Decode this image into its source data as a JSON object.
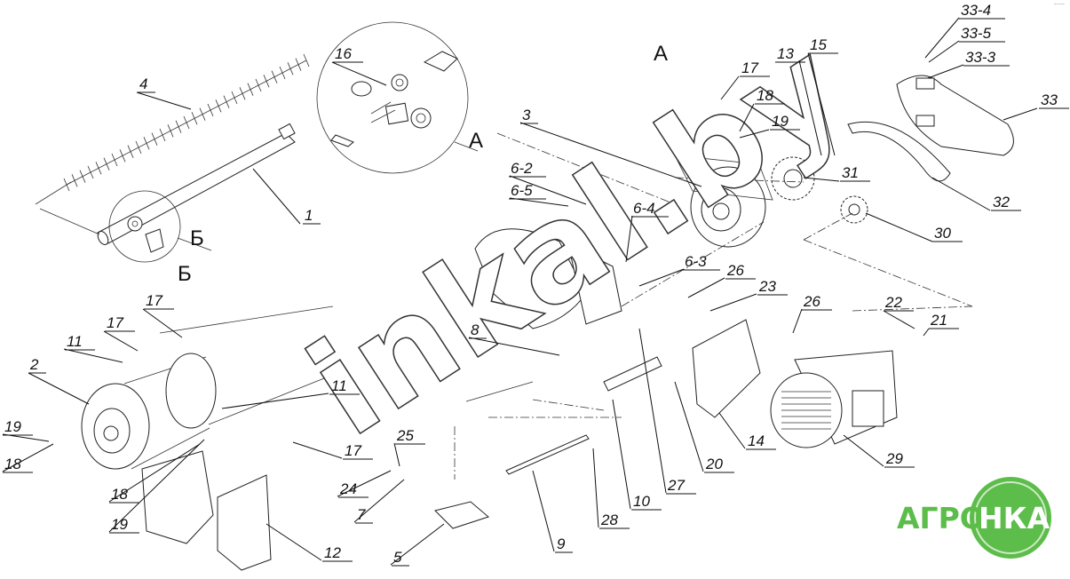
{
  "diagram": {
    "view_labels": {
      "view_a": "А",
      "view_b": "Б"
    },
    "watermark": "inkal.by",
    "corner_mark": "~~~",
    "parts": [
      {
        "id": "p1",
        "label": "1"
      },
      {
        "id": "p2",
        "label": "2"
      },
      {
        "id": "p3",
        "label": "3"
      },
      {
        "id": "p4",
        "label": "4"
      },
      {
        "id": "p5",
        "label": "5"
      },
      {
        "id": "p6-2",
        "label": "6-2"
      },
      {
        "id": "p6-3",
        "label": "6-3"
      },
      {
        "id": "p6-4",
        "label": "6-4"
      },
      {
        "id": "p6-5",
        "label": "6-5"
      },
      {
        "id": "p7",
        "label": "7"
      },
      {
        "id": "p8",
        "label": "8"
      },
      {
        "id": "p9",
        "label": "9"
      },
      {
        "id": "p10",
        "label": "10"
      },
      {
        "id": "p11a",
        "label": "11"
      },
      {
        "id": "p11b",
        "label": "11"
      },
      {
        "id": "p12",
        "label": "12"
      },
      {
        "id": "p13",
        "label": "13"
      },
      {
        "id": "p14",
        "label": "14"
      },
      {
        "id": "p15",
        "label": "15"
      },
      {
        "id": "p16",
        "label": "16"
      },
      {
        "id": "p17a",
        "label": "17"
      },
      {
        "id": "p17b",
        "label": "17"
      },
      {
        "id": "p17c",
        "label": "17"
      },
      {
        "id": "p17d",
        "label": "17"
      },
      {
        "id": "p18a",
        "label": "18"
      },
      {
        "id": "p18b",
        "label": "18"
      },
      {
        "id": "p18c",
        "label": "18"
      },
      {
        "id": "p19a",
        "label": "19"
      },
      {
        "id": "p19b",
        "label": "19"
      },
      {
        "id": "p19c",
        "label": "19"
      },
      {
        "id": "p20",
        "label": "20"
      },
      {
        "id": "p21",
        "label": "21"
      },
      {
        "id": "p22",
        "label": "22"
      },
      {
        "id": "p23",
        "label": "23"
      },
      {
        "id": "p24",
        "label": "24"
      },
      {
        "id": "p25",
        "label": "25"
      },
      {
        "id": "p26a",
        "label": "26"
      },
      {
        "id": "p26b",
        "label": "26"
      },
      {
        "id": "p27",
        "label": "27"
      },
      {
        "id": "p28",
        "label": "28"
      },
      {
        "id": "p29",
        "label": "29"
      },
      {
        "id": "p30",
        "label": "30"
      },
      {
        "id": "p31",
        "label": "31"
      },
      {
        "id": "p32",
        "label": "32"
      },
      {
        "id": "p33",
        "label": "33"
      },
      {
        "id": "p33-3",
        "label": "33-3"
      },
      {
        "id": "p33-4",
        "label": "33-4"
      },
      {
        "id": "p33-5",
        "label": "33-5"
      }
    ]
  },
  "logo": {
    "part1": "АГРО",
    "part2": "НКА",
    "colors": {
      "green": "#5cbd4a",
      "light": "#cfe9c6",
      "white": "#ffffff"
    }
  }
}
